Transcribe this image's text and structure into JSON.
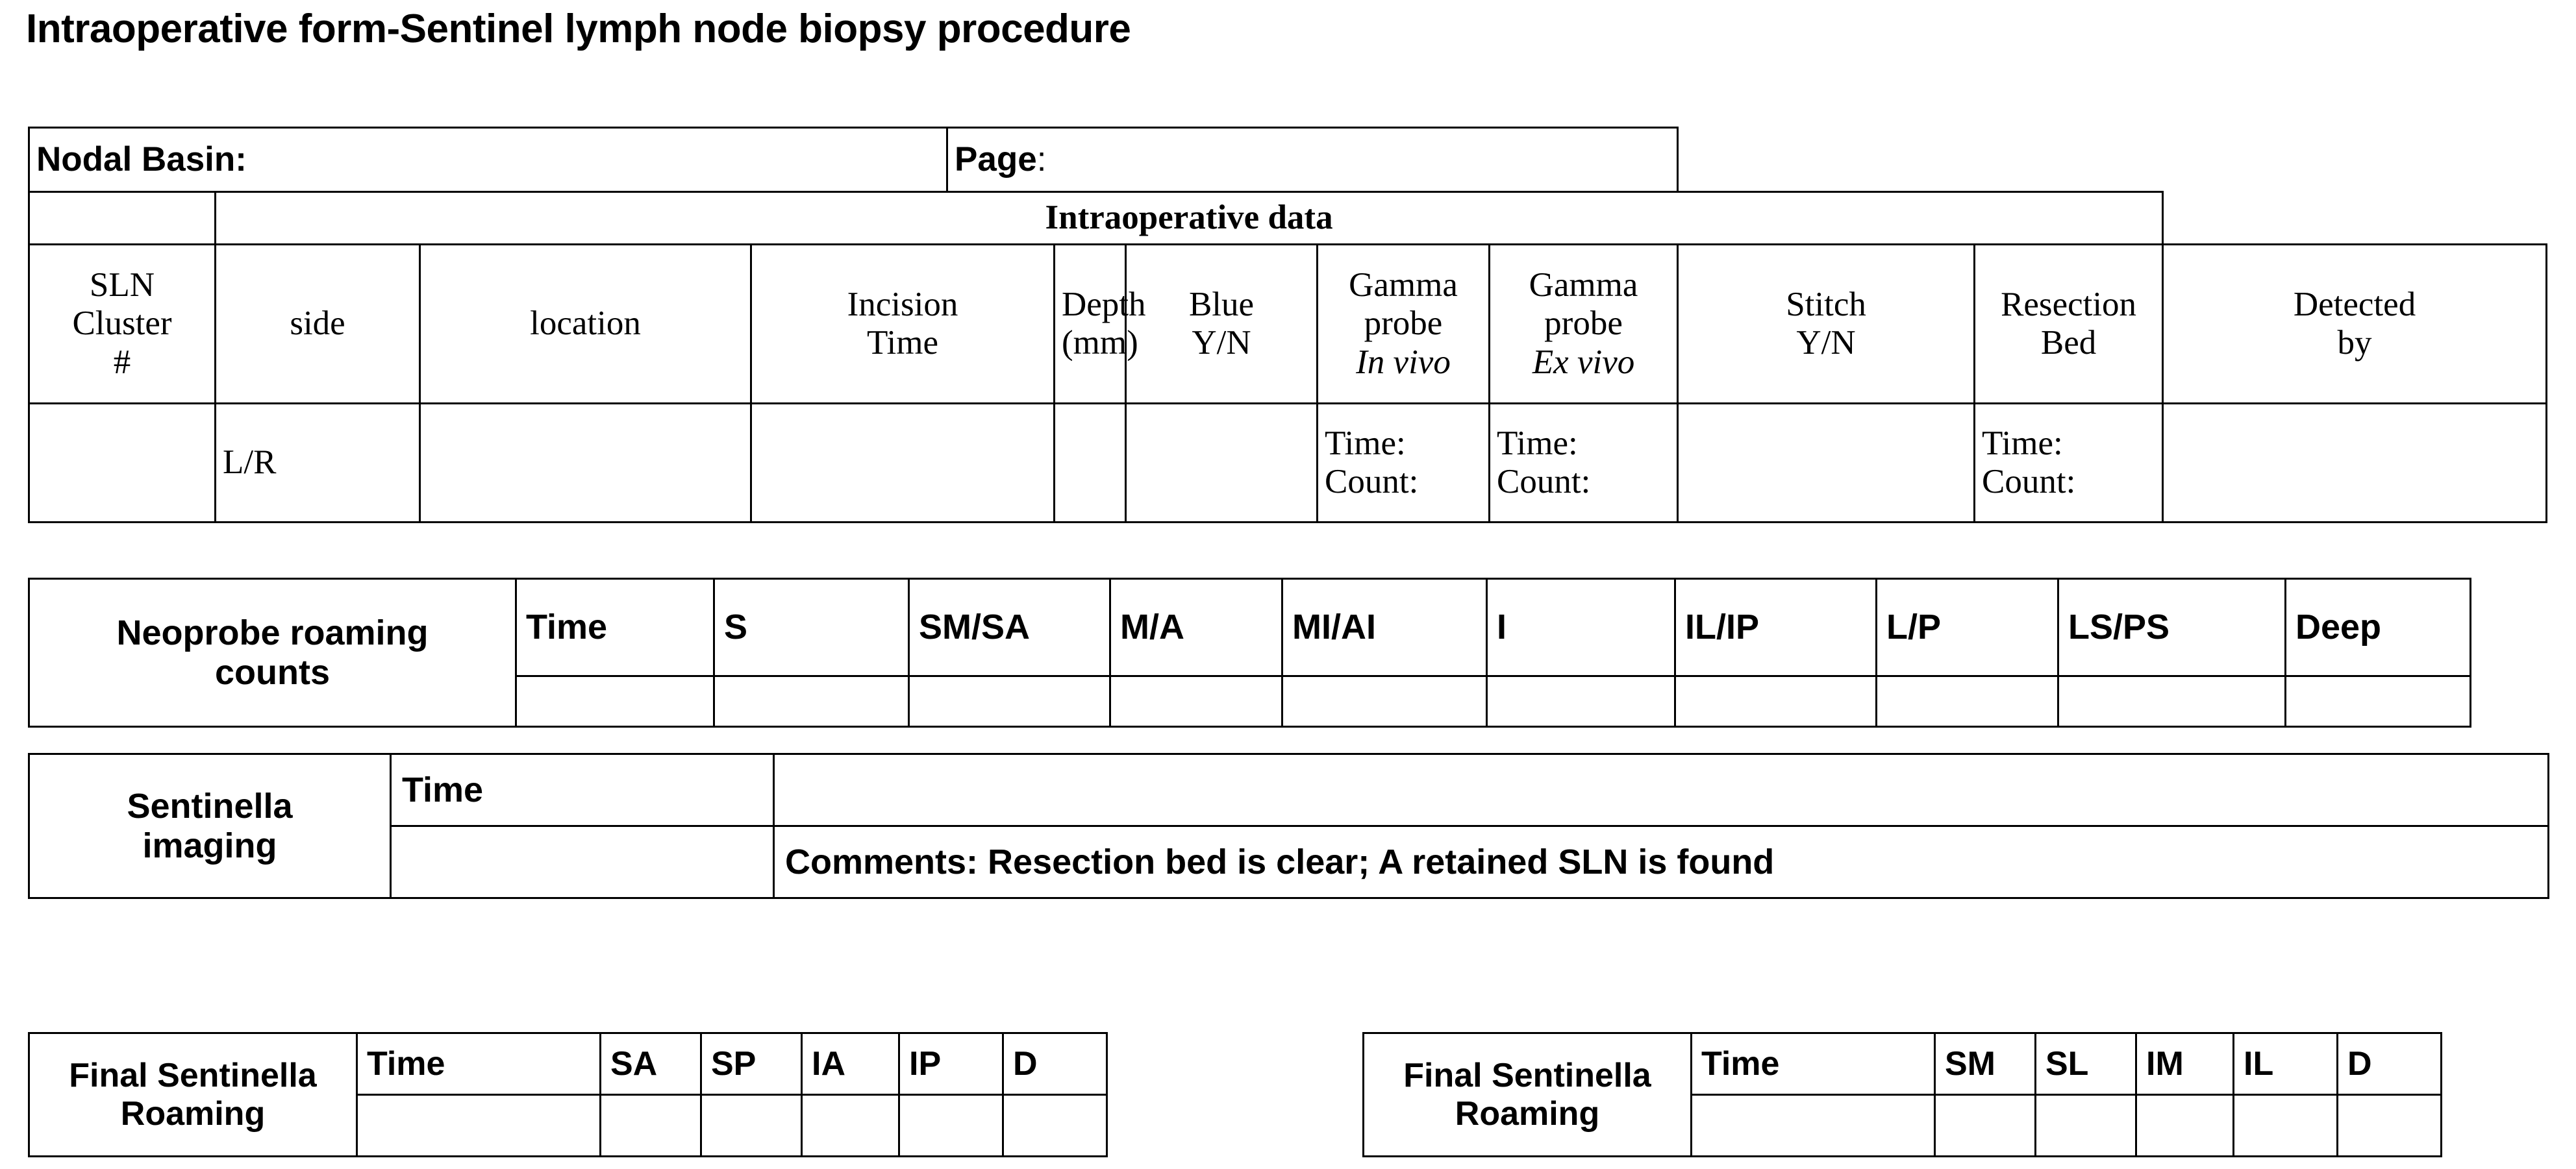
{
  "document": {
    "title": "Intraoperative form-Sentinel lymph node biopsy procedure"
  },
  "main_table": {
    "nodal_basin_label": "Nodal Basin:",
    "page_label_bold": "Page",
    "page_label_rest": ":",
    "section_title": "Intraoperative data",
    "headers": [
      "SLN Cluster #",
      "side",
      "location",
      "Incision Time",
      "Depth (mm)",
      "Blue Y/N",
      "Gamma probe",
      "Gamma probe",
      "Stitch Y/N",
      "Resection Bed",
      "Detected by"
    ],
    "headers_lines": {
      "sln_cluster": [
        "SLN",
        "Cluster",
        "#"
      ],
      "side": [
        "side"
      ],
      "location": [
        "location"
      ],
      "incision_time": [
        "Incision",
        "Time"
      ],
      "depth": [
        "Depth",
        "(mm)"
      ],
      "blue": [
        "Blue",
        "Y/N"
      ],
      "gamma_in_vivo": [
        "Gamma",
        "probe",
        "In vivo"
      ],
      "gamma_ex_vivo": [
        "Gamma",
        "probe",
        "Ex vivo"
      ],
      "stitch": [
        "Stitch",
        "Y/N"
      ],
      "resection_bed": [
        "Resection",
        "Bed"
      ],
      "detected_by": [
        "Detected",
        "by"
      ]
    },
    "data_row": {
      "sln_cluster": "",
      "side": "L/R",
      "location": "",
      "incision_time": "",
      "depth": "",
      "blue": "",
      "gamma_in_vivo_time": "Time:",
      "gamma_in_vivo_count": "Count:",
      "gamma_ex_vivo_time": "Time:",
      "gamma_ex_vivo_count": "Count:",
      "stitch": "",
      "resection_bed_time": "Time:",
      "resection_bed_count": "Count:",
      "detected_by": ""
    }
  },
  "neoprobe_table": {
    "row_label_line1": "Neoprobe roaming",
    "row_label_line2": "counts",
    "columns": [
      "Time",
      "S",
      "SM/SA",
      "M/A",
      "MI/AI",
      "I",
      "IL/IP",
      "L/P",
      "LS/PS",
      "Deep"
    ],
    "values": [
      "",
      "",
      "",
      "",
      "",
      "",
      "",
      "",
      "",
      ""
    ]
  },
  "sentinella_table": {
    "row_label_line1": "Sentinella",
    "row_label_line2": "imaging",
    "time_label": "Time",
    "time_value": "",
    "top_right_value": "",
    "comments": "Comments: Resection bed is clear; A retained SLN is found"
  },
  "final_roaming_left": {
    "row_label_line1": "Final Sentinella",
    "row_label_line2": "Roaming",
    "columns": [
      "Time",
      "SA",
      "SP",
      "IA",
      "IP",
      "D"
    ],
    "values": [
      "",
      "",
      "",
      "",
      "",
      ""
    ]
  },
  "final_roaming_right": {
    "row_label_line1": "Final Sentinella",
    "row_label_line2": "Roaming",
    "columns": [
      "Time",
      "SM",
      "SL",
      "IM",
      "IL",
      "D"
    ],
    "values": [
      "",
      "",
      "",
      "",
      "",
      ""
    ]
  },
  "colors": {
    "text": "#000000",
    "border": "#000000",
    "background": "#ffffff"
  }
}
